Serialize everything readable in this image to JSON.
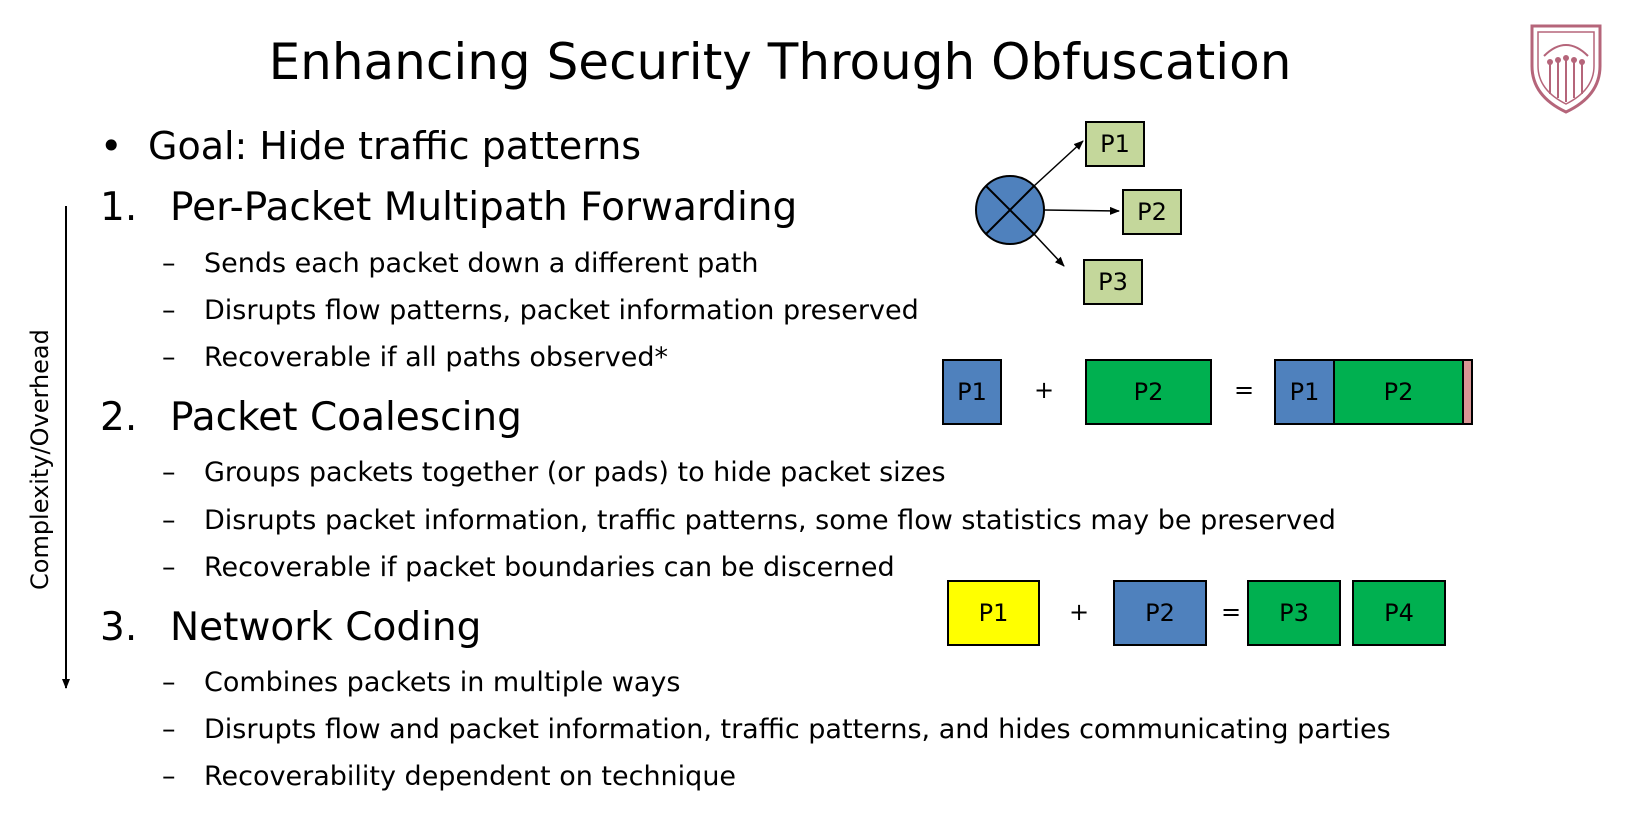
{
  "slide": {
    "title": "Enhancing Security Through Obfuscation",
    "goal_bullet": "•",
    "goal": "Goal: Hide traffic patterns",
    "axis_label": "Complexity/Overhead",
    "sections": [
      {
        "number": "1.",
        "title": "Per-Packet Multipath Forwarding",
        "items": [
          "Sends each packet down a different path",
          "Disrupts flow patterns, packet information preserved",
          "Recoverable if all paths observed*"
        ]
      },
      {
        "number": "2.",
        "title": "Packet Coalescing",
        "items": [
          "Groups packets together (or pads) to hide packet sizes",
          "Disrupts packet information, traffic patterns, some flow statistics may be preserved",
          "Recoverable if packet boundaries can be discerned"
        ]
      },
      {
        "number": "3.",
        "title": "Network Coding",
        "items": [
          "Combines packets in multiple ways",
          "Disrupts flow and packet information, traffic patterns, and hides communicating parties",
          "Recoverability dependent on technique"
        ]
      }
    ],
    "dash": "–"
  },
  "diagrams": {
    "multipath": {
      "packets": [
        "P1",
        "P2",
        "P3"
      ],
      "icon": "router-icon"
    },
    "coalescing": {
      "left_a": "P1",
      "plus": "+",
      "left_b": "P2",
      "equals": "=",
      "result_a": "P1",
      "result_b": "P2"
    },
    "coding": {
      "in_a": "P1",
      "plus": "+",
      "in_b": "P2",
      "equals": "=",
      "out_a": "P3",
      "out_b": "P4"
    }
  },
  "colors": {
    "packet_light_green": "#c4d79b",
    "packet_blue": "#4f81bd",
    "packet_green": "#00b050",
    "packet_yellow": "#ffff00",
    "padding_pink": "#d99594",
    "logo_crimson": "#990000"
  }
}
